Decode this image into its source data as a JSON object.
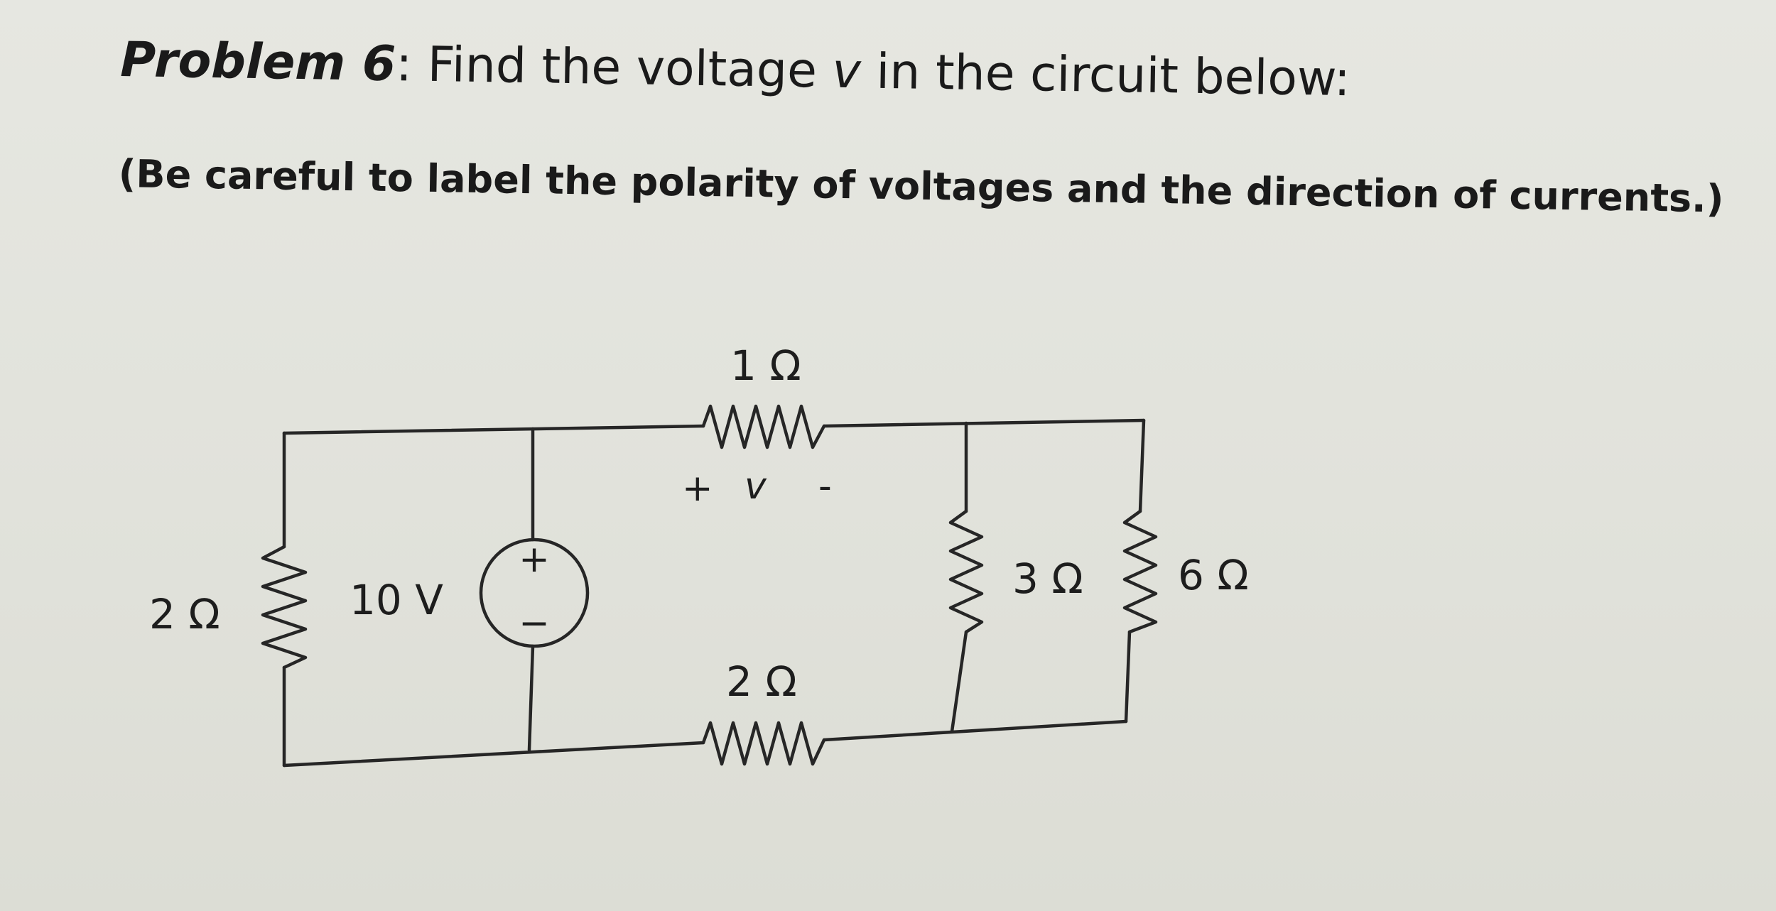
{
  "problem": {
    "label": "Problem 6",
    "text_before_var": ": Find the voltage ",
    "variable": "v",
    "text_after_var": " in the circuit below:",
    "note": "(Be careful to label the polarity of voltages and the direction of currents.)"
  },
  "circuit": {
    "resistor_left": "2 Ω",
    "source_label": "10 V",
    "source_plus": "+",
    "source_minus": "−",
    "resistor_top": "1 Ω",
    "v_plus": "+",
    "v_label": "v",
    "v_minus": "-",
    "resistor_bottom": "2 Ω",
    "resistor_3": "3 Ω",
    "resistor_6": "6 Ω"
  }
}
